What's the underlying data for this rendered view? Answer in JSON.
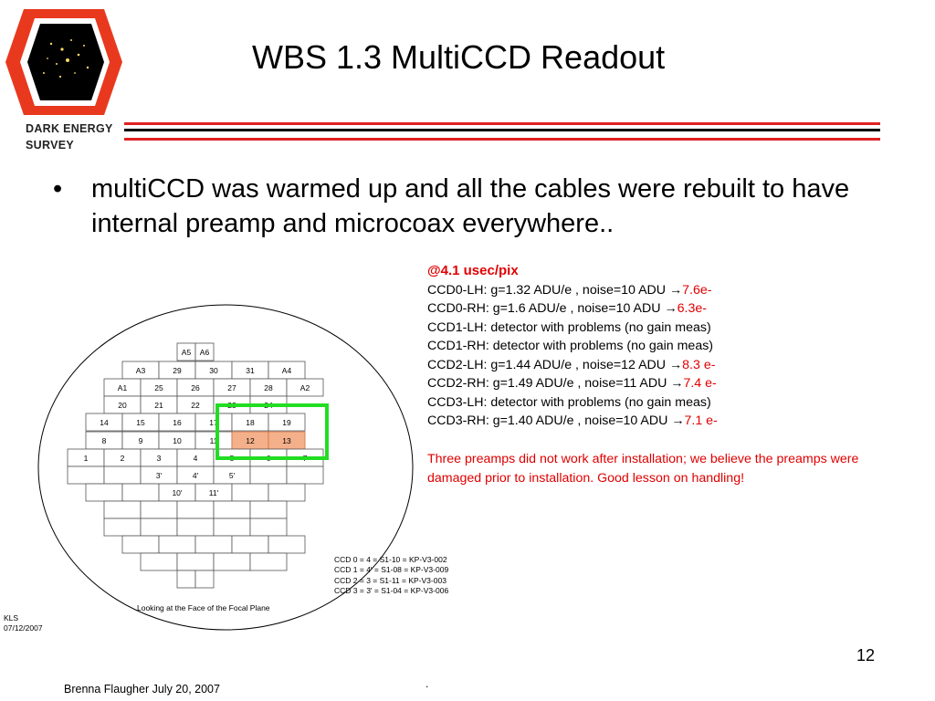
{
  "header": {
    "title": "WBS 1.3 MultiCCD Readout",
    "logo_text_line1": "DARK ENERGY",
    "logo_text_line2": "SURVEY"
  },
  "bullet": {
    "symbol": "•",
    "text": "multiCCD was warmed up and all the cables were rebuilt to have internal preamp and microcoax everywhere.."
  },
  "stats": {
    "heading": "@4.1 usec/pix",
    "arrow": "→",
    "lines": [
      {
        "text": "CCD0-LH: g=1.32 ADU/e , noise=10 ADU  ",
        "result": "7.6e-"
      },
      {
        "text": "CCD0-RH: g=1.6 ADU/e , noise=10 ADU  ",
        "result": "6.3e-"
      },
      {
        "text": "CCD1-LH: detector with problems (no gain meas)",
        "result": ""
      },
      {
        "text": "CCD1-RH: detector with problems (no gain meas)",
        "result": ""
      },
      {
        "text": "CCD2-LH: g=1.44 ADU/e , noise=12 ADU ",
        "result": "8.3 e-"
      },
      {
        "text": "CCD2-RH: g=1.49 ADU/e , noise=11 ADU ",
        "result": "7.4 e-"
      },
      {
        "text": "CCD3-LH: detector with problems (no gain meas)",
        "result": ""
      },
      {
        "text": "CCD3-RH: g=1.40 ADU/e , noise=10 ADU ",
        "result": "7.1 e-"
      }
    ],
    "note": "Three preamps did not work after installation;  we believe the preamps were damaged prior to installation. Good lesson on handling!"
  },
  "focal_plane": {
    "caption": "Looking at the Face of the Focal Plane",
    "rows": [
      [
        "A5",
        "A6"
      ],
      [
        "A3",
        "29",
        "30",
        "31",
        "A4"
      ],
      [
        "A1",
        "25",
        "26",
        "27",
        "28",
        "A2"
      ],
      [
        "20",
        "21",
        "22",
        "23",
        "24"
      ],
      [
        "14",
        "15",
        "16",
        "17",
        "18",
        "19"
      ],
      [
        "8",
        "9",
        "10",
        "11",
        "12",
        "13"
      ],
      [
        "1",
        "2",
        "3",
        "4",
        "5",
        "6",
        "7"
      ],
      [
        "",
        "",
        "3'",
        "4'",
        "5'",
        "",
        ""
      ],
      [
        "",
        "",
        "10'",
        "11'",
        "",
        ""
      ],
      [
        "",
        "",
        "",
        "",
        ""
      ],
      [
        "",
        "",
        "",
        "",
        ""
      ],
      [
        "",
        "",
        "",
        "",
        ""
      ],
      [
        "",
        "",
        "",
        ""
      ],
      [
        "",
        ""
      ]
    ],
    "ccd_map": [
      "CCD 0 = 4 = S1-10 = KP-V3-002",
      "CCD 1 = 4' = S1-08 = KP-V3-009",
      "CCD 2 = 3 = S1-11 = KP-V3-003",
      "CCD 3 = 3' = S1-04 = KP-V3-006"
    ],
    "highlight_color": "#f4b08a",
    "selection_color": "#22dd22"
  },
  "footer": {
    "kls_line1": "KLS",
    "kls_line2": "07/12/2007",
    "page_number": "12",
    "author": "Brenna Flaugher  July 20, 2007",
    "dot": "."
  },
  "colors": {
    "accent_red": "#e00000",
    "rule_red": "#e02020",
    "logo_red": "#e8391e"
  }
}
